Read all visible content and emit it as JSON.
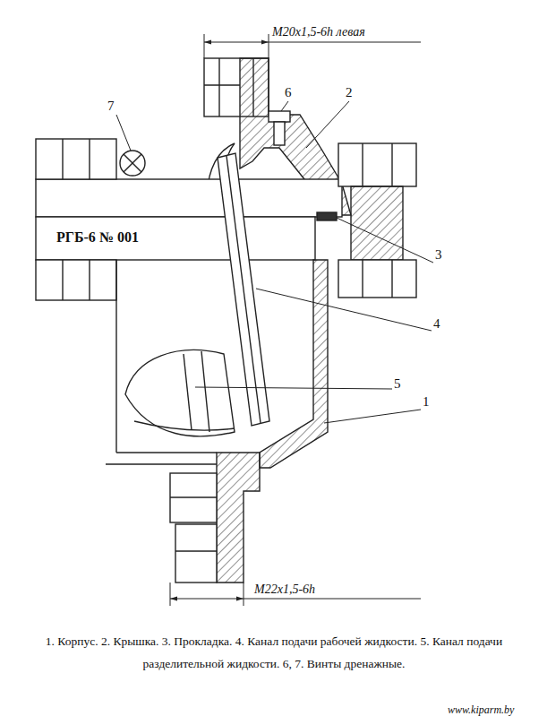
{
  "diagram": {
    "caption": "1. Корпус. 2. Крышка. 3. Прокладка. 4. Канал подачи рабочей жидкости. 5. Канал подачи разделительной жидкости. 6, 7. Винты дренажные.",
    "labels": [
      "M20x1,5-6h левая",
      "7",
      "6",
      "2",
      "РГБ-6 № 001",
      "3",
      "4",
      "5",
      "1",
      "M22x1,5-6h",
      "www.kiparm.by"
    ]
  }
}
